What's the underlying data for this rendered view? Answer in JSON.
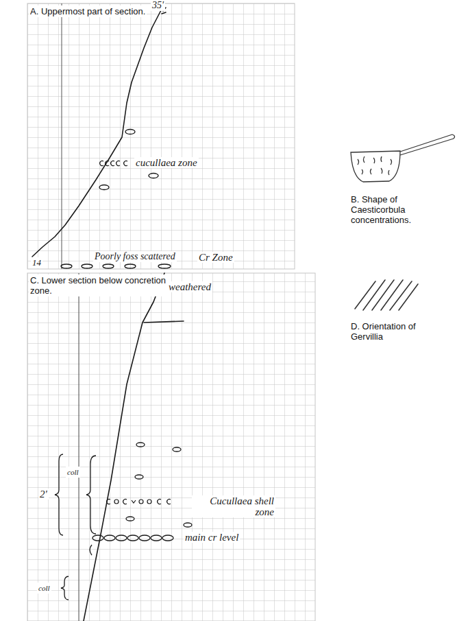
{
  "diagram": {
    "nodes": [
      {
        "text": [
          "A. Uppermost part of section."
        ]
      },
      {
        "text": [
          "C. Lower section below concretion zone."
        ]
      },
      {
        "text": [
          "B. Shape of Caesticorbula concentrations."
        ]
      },
      {
        "text": [
          "D. Orientation of Gervillia"
        ]
      }
    ],
    "labels": [
      "35'",
      "cucullaea zone",
      "Poorly foss scattered",
      "Cr Zone",
      "14",
      "weathered",
      "2'",
      "coll",
      "Cucullaea shell zone",
      "main cr level",
      "coll"
    ]
  }
}
